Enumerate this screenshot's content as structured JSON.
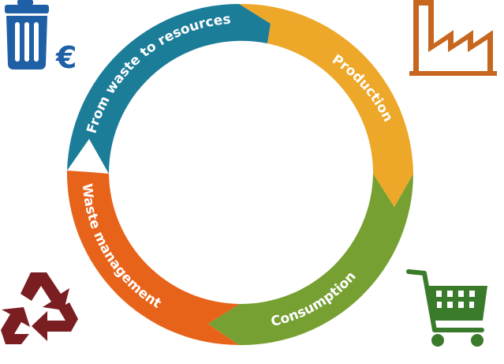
{
  "cycle": {
    "segments": [
      {
        "key": "from_waste",
        "label": "From waste to resources",
        "color": "#1C7D99"
      },
      {
        "key": "production",
        "label": "Production",
        "color": "#EDA729"
      },
      {
        "key": "consumption",
        "label": "Consumption",
        "color": "#76A032"
      },
      {
        "key": "waste_management",
        "label": "Waste management",
        "color": "#E8631A"
      }
    ]
  },
  "icons": {
    "trash_euro": {
      "name": "trash-euro-icon",
      "symbol": "€",
      "color": "#1F5FA6"
    },
    "factory": {
      "name": "factory-icon",
      "color": "#C7661E"
    },
    "recycle": {
      "name": "recycle-icon",
      "color": "#7A1E22"
    },
    "cart": {
      "name": "shopping-cart-icon",
      "color": "#3A7A2B"
    }
  }
}
